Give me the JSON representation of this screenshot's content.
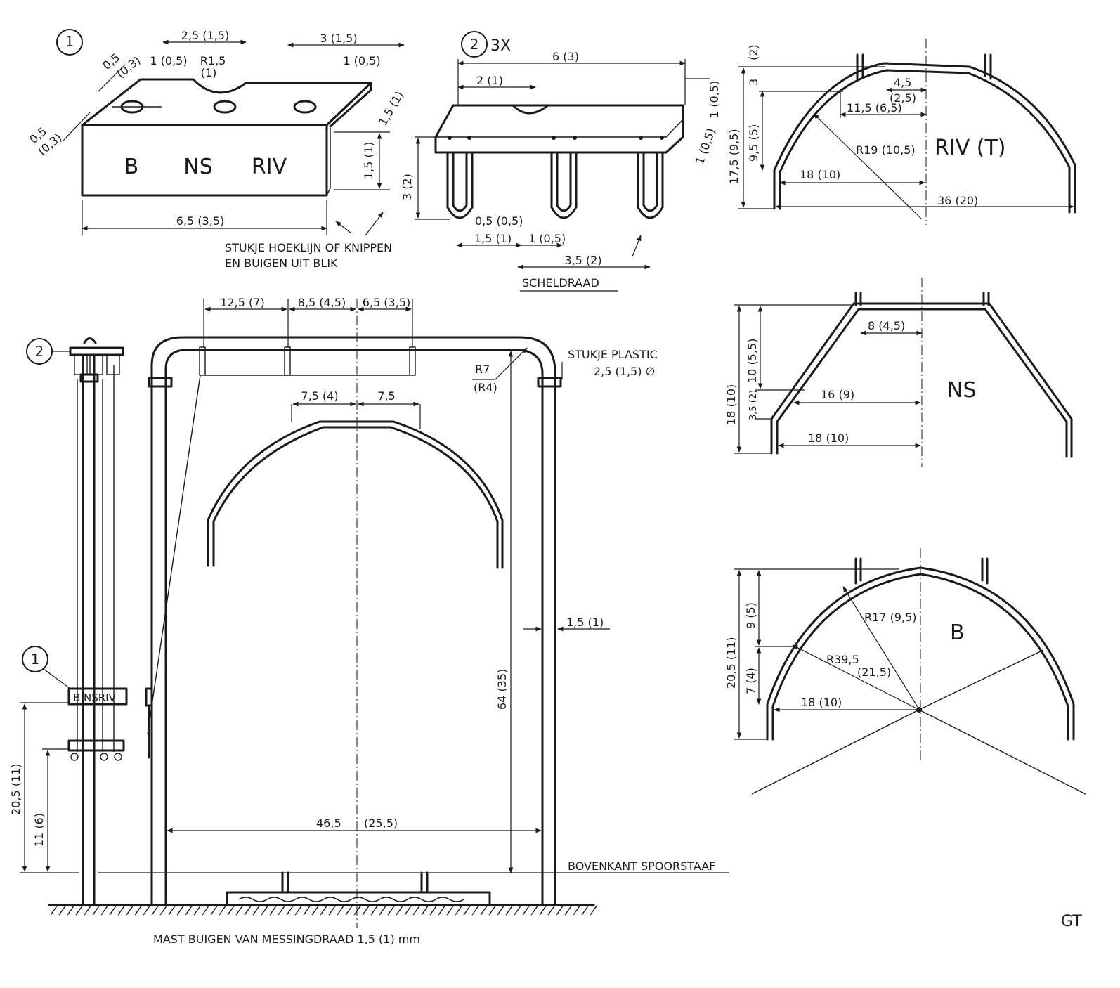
{
  "part1": {
    "marker": "1",
    "face_letters": [
      "B",
      "NS",
      "RIV"
    ],
    "dims": {
      "top_width": "2,5 (1,5)",
      "top_right": "3 (1,5)",
      "notch_depth_left": "1 (0,5)",
      "notch_depth_right": "1 (0,5)",
      "radius": "R1,5",
      "radius_alt": "(1)",
      "left_thick_a": "0,5",
      "left_thick_a_alt": "(0,3)",
      "left_thick_b": "0,5",
      "left_thick_b_alt": "(0,3)",
      "depth": "1,5 (1)",
      "height": "1,5 (1)",
      "length": "6,5 (3,5)"
    },
    "note_line1": "STUKJE HOEKLIJN OF KNIPPEN",
    "note_line2": "EN BUIGEN UIT BLIK"
  },
  "part2": {
    "marker": "2",
    "count": "3X",
    "dims": {
      "length": "6 (3)",
      "first_hole": "2 (1)",
      "right_thick": "1 (0,5)",
      "right_thick2": "1 (0,5)",
      "height": "3 (2)",
      "wire": "0,5 (0,5)",
      "spacing_a": "1,5 (1)",
      "spacing_b": "1 (0,5)",
      "spacing_c": "3,5 (2)"
    },
    "note": "SCHELDRAAD"
  },
  "riv": {
    "label": "RIV (T)",
    "dims": {
      "top_small": "(2)",
      "top_three": "3",
      "top_half": "4,5",
      "top_half_alt": "(2,5)",
      "shoulder": "11,5 (6,5)",
      "mid_height": "9,5 (5)",
      "total_height": "17,5 (9,5)",
      "radius": "R19 (10,5)",
      "half_width": "18 (10)",
      "width": "36 (20)"
    }
  },
  "ns": {
    "label": "NS",
    "dims": {
      "top_half": "8 (4,5)",
      "mid_height": "10 (5,5)",
      "low_height": "3,5 (2)",
      "total_height": "18 (10)",
      "shoulder": "16 (9)",
      "half_width": "18 (10)"
    }
  },
  "b": {
    "label": "B",
    "dims": {
      "radius_small": "R17 (9,5)",
      "radius_large": "R39,5",
      "radius_large_alt": "(21,5)",
      "upper_height": "9 (5)",
      "lower_height": "7 (4)",
      "total_height": "20,5 (11)",
      "half_width": "18 (10)"
    }
  },
  "mast": {
    "marker_top": "2",
    "marker_mid": "1",
    "sign_text": "B NSRIV",
    "dims": {
      "seg_a": "12,5 (7)",
      "seg_b": "8,5 (4,5)",
      "seg_c": "6,5 (3,5)",
      "hang_a": "7,5 (4)",
      "hang_b": "7,5",
      "radius": "R7",
      "radius_alt": "(R4)",
      "plastic_label": "STUKJE PLASTIC",
      "plastic_dim": "2,5 (1,5) ∅",
      "wire": "1,5 (1)",
      "height": "64 (35)",
      "width_a": "46,5",
      "width_b": "(25,5)",
      "side_total": "20,5 (11)",
      "side_lower": "11 (6)"
    },
    "rail_label": "BOVENKANT SPOORSTAAF",
    "caption": "MAST BUIGEN VAN MESSINGDRAAD 1,5 (1) mm"
  },
  "signature": "GT"
}
